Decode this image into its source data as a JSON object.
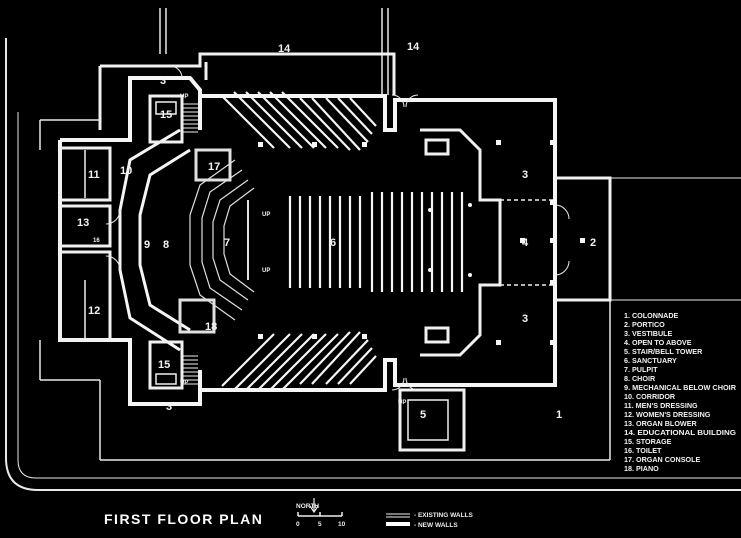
{
  "title": "FIRST FLOOR PLAN",
  "rooms": [
    {
      "key": "r14a",
      "label": "14"
    },
    {
      "key": "r14b",
      "label": "14"
    },
    {
      "key": "r3a",
      "label": "3"
    },
    {
      "key": "r3b",
      "label": "3"
    },
    {
      "key": "r3c",
      "label": "3"
    },
    {
      "key": "r3d",
      "label": "3"
    },
    {
      "key": "r15a",
      "label": "15"
    },
    {
      "key": "r15b",
      "label": "15"
    },
    {
      "key": "r17",
      "label": "17"
    },
    {
      "key": "r18",
      "label": "18"
    },
    {
      "key": "r11",
      "label": "11"
    },
    {
      "key": "r10",
      "label": "10"
    },
    {
      "key": "r13",
      "label": "13"
    },
    {
      "key": "r12",
      "label": "12"
    },
    {
      "key": "r9",
      "label": "9"
    },
    {
      "key": "r8",
      "label": "8"
    },
    {
      "key": "r7",
      "label": "7"
    },
    {
      "key": "r6",
      "label": "6"
    },
    {
      "key": "r4",
      "label": "4"
    },
    {
      "key": "r2",
      "label": "2"
    },
    {
      "key": "r5",
      "label": "5"
    },
    {
      "key": "r1",
      "label": "1"
    },
    {
      "key": "r16",
      "label": "16"
    }
  ],
  "up_label": "UP",
  "legend_items": [
    "1. COLONNADE",
    "2. PORTICO",
    "3. VESTIBULE",
    "4. OPEN TO ABOVE",
    "5. STAIR/BELL TOWER",
    "6. SANCTUARY",
    "7. PULPIT",
    "8. CHOIR",
    "9. MECHANICAL BELOW CHOIR",
    "10. CORRIDOR",
    "11. MEN'S DRESSING",
    "12. WOMEN'S DRESSING",
    "13. ORGAN BLOWER",
    "14. EDUCATIONAL BUILDING",
    "15. STORAGE",
    "16. TOILET",
    "17. ORGAN CONSOLE",
    "18. PIANO"
  ],
  "north_label": "NORTH",
  "scale_labels": [
    "0",
    "5",
    "10"
  ],
  "wall_key": {
    "existing": "- EXISTING WALLS",
    "new": "- NEW WALLS"
  }
}
